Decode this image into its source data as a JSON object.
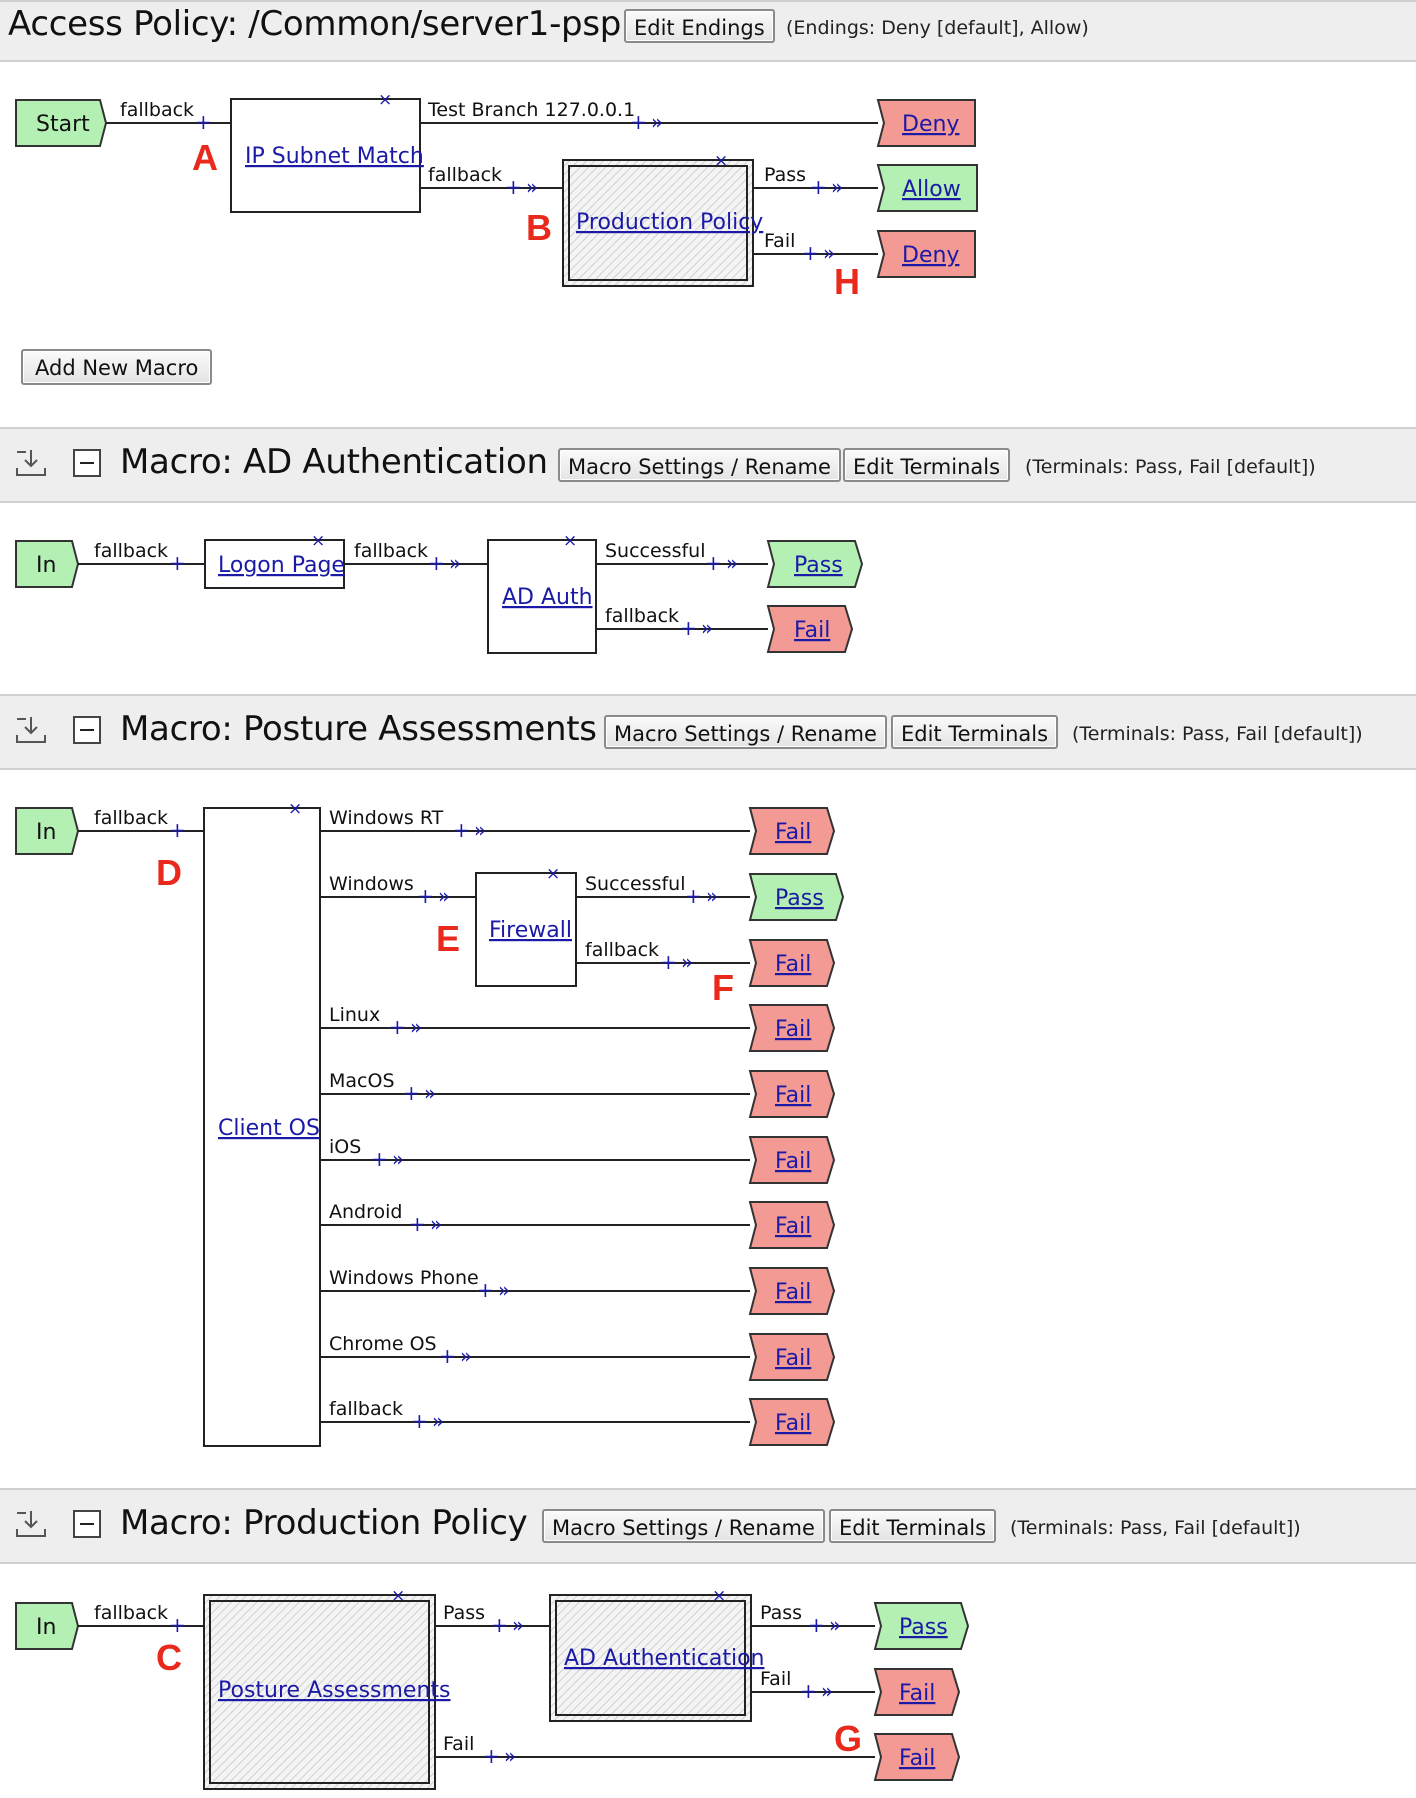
{
  "policy": {
    "title": "Access Policy: /Common/server1-psp",
    "edit_endings_label": "Edit Endings",
    "endings_note": "(Endings: Deny [default], Allow)",
    "add_macro_label": "Add New Macro",
    "start": "Start",
    "nodes": {
      "ip_subnet": "IP Subnet Match",
      "production_policy": "Production Policy"
    },
    "branches": {
      "fallback": "fallback",
      "test_branch": "Test Branch 127.0.0.1",
      "pass": "Pass",
      "fail": "Fail"
    },
    "endings": {
      "deny1": "Deny",
      "allow": "Allow",
      "deny2": "Deny"
    },
    "markers": {
      "a": "A",
      "b": "B",
      "h": "H"
    }
  },
  "macro_ad": {
    "title": "Macro: AD Authentication",
    "settings_label": "Macro Settings / Rename",
    "terminals_label": "Edit Terminals",
    "terminals_note": "(Terminals: Pass, Fail [default])",
    "in": "In",
    "nodes": {
      "logon": "Logon Page",
      "ad_auth": "AD Auth"
    },
    "branches": {
      "fallback": "fallback",
      "successful": "Successful"
    },
    "terminals": {
      "pass": "Pass",
      "fail": "Fail"
    }
  },
  "macro_posture": {
    "title": "Macro: Posture Assessments",
    "settings_label": "Macro Settings / Rename",
    "terminals_label": "Edit Terminals",
    "terminals_note": "(Terminals: Pass, Fail [default])",
    "in": "In",
    "nodes": {
      "client_os": "Client OS",
      "firewall": "Firewall"
    },
    "branches": {
      "fallback": "fallback",
      "windows_rt": "Windows RT",
      "windows": "Windows",
      "successful": "Successful",
      "linux": "Linux",
      "macos": "MacOS",
      "ios": "iOS",
      "android": "Android",
      "windows_phone": "Windows Phone",
      "chrome_os": "Chrome OS"
    },
    "terminals": {
      "pass": "Pass",
      "fail": "Fail"
    },
    "markers": {
      "d": "D",
      "e": "E",
      "f": "F"
    }
  },
  "macro_prod": {
    "title": "Macro: Production Policy",
    "settings_label": "Macro Settings / Rename",
    "terminals_label": "Edit Terminals",
    "terminals_note": "(Terminals: Pass, Fail [default])",
    "in": "In",
    "nodes": {
      "posture": "Posture Assessments",
      "ad_authentication": "AD Authentication"
    },
    "branches": {
      "fallback": "fallback",
      "pass": "Pass",
      "fail": "Fail"
    },
    "terminals": {
      "pass": "Pass",
      "fail": "Fail"
    },
    "markers": {
      "c": "C",
      "g": "G"
    }
  },
  "colors": {
    "green": "#b4f0b4",
    "red": "#f49a94",
    "link": "#1a1aa6",
    "marker": "#e8291c"
  },
  "icons": {
    "collapse": "collapse-icon",
    "export": "export-icon",
    "delete": "close-icon",
    "plus": "add-item-icon"
  }
}
